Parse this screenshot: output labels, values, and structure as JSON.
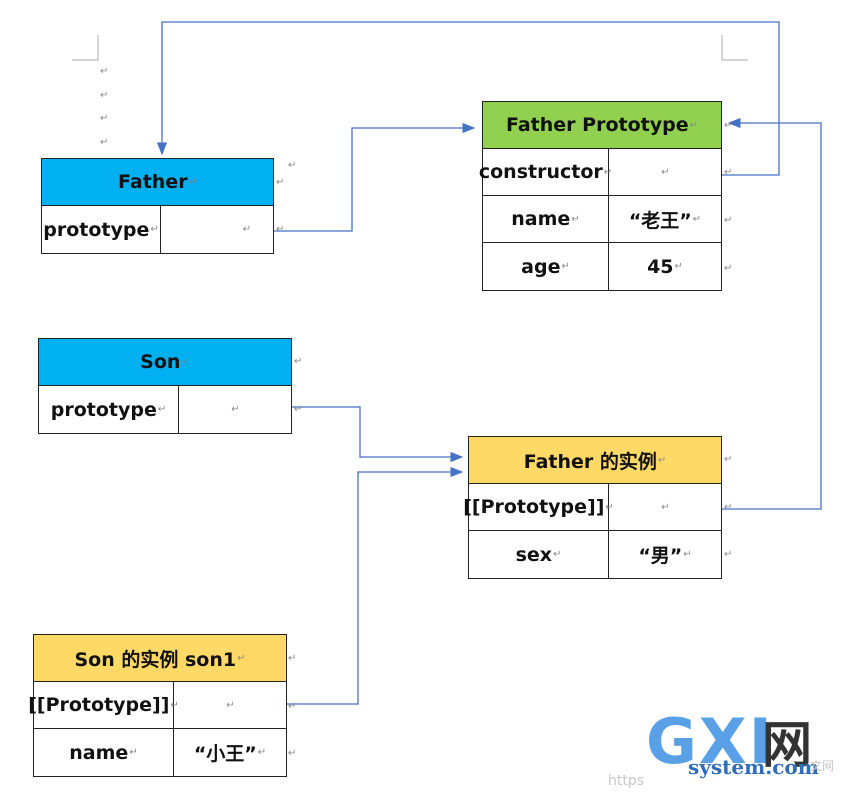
{
  "father": {
    "title": "Father",
    "rows": [
      {
        "key": "prototype",
        "value": ""
      }
    ]
  },
  "father_prototype": {
    "title": "Father Prototype",
    "rows": [
      {
        "key": "constructor",
        "value": ""
      },
      {
        "key": "name",
        "value": "“老王”"
      },
      {
        "key": "age",
        "value": "45"
      }
    ]
  },
  "son": {
    "title": "Son",
    "rows": [
      {
        "key": "prototype",
        "value": ""
      }
    ]
  },
  "father_instance": {
    "title": "Father 的实例",
    "rows": [
      {
        "key": "[[Prototype]]",
        "value": ""
      },
      {
        "key": "sex",
        "value": "“男”"
      }
    ]
  },
  "son_instance": {
    "title": "Son 的实例 son1",
    "rows": [
      {
        "key": "[[Prototype]]",
        "value": ""
      },
      {
        "key": "name",
        "value": "“小王”"
      }
    ]
  },
  "paragraph_mark": "↵",
  "colors": {
    "arrow": "#4472c4",
    "father_header": "#00b0f0",
    "prototype_header": "#92d050",
    "instance_header": "#ffd966"
  },
  "watermark": {
    "brand": "GXI",
    "brand_cn": "网",
    "domain": "system.com",
    "https": "https",
    "suffix": "文网"
  }
}
